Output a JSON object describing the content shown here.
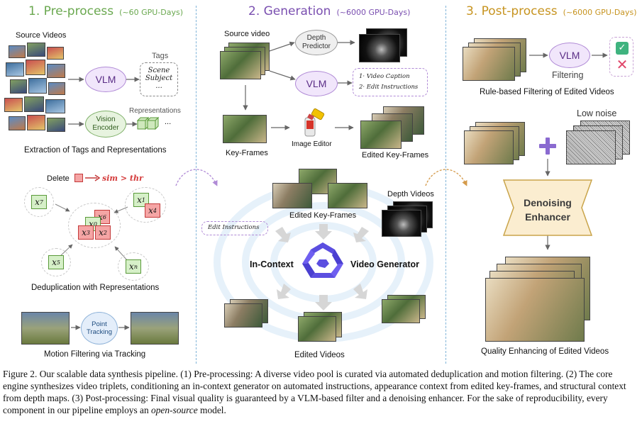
{
  "sections": {
    "preprocess": {
      "title": "1. Pre-process",
      "cost": "(~60 GPU-Days)"
    },
    "generation": {
      "title": "2. Generation",
      "cost": "(~6000 GPU-Days)"
    },
    "postprocess": {
      "title": "3. Post-process",
      "cost": "(~6000 GPU-Days)"
    }
  },
  "pre": {
    "source_videos": "Source Videos",
    "vlm": "VLM",
    "tags_label": "Tags",
    "tag_scene": "Scene",
    "tag_subject": "Subject",
    "tag_more": "...",
    "vision_encoder": "Vision Encoder",
    "representations": "Representations",
    "repr_more": "...",
    "extraction_caption": "Extraction of Tags and Representations",
    "delete_label": "Delete",
    "condition": "sim > thr",
    "nodes": [
      "x7",
      "x1",
      "x4",
      "x6",
      "x0",
      "x3",
      "x2",
      "x5",
      "xn"
    ],
    "dedup_caption": "Deduplication with Representations",
    "point_tracking": "Point Tracking",
    "motion_caption": "Motion  Filtering via Tracking"
  },
  "gen": {
    "source_video": "Source video",
    "depth_predictor": "Depth Predictor",
    "vlm": "VLM",
    "instr_1": "1· Video Caption",
    "instr_2": "2· Edit Instructions",
    "key_frames": "Key-Frames",
    "image_editor": "Image Editor",
    "edited_key_frames": "Edited Key-Frames",
    "edited_key_frames_2": "Edited Key-Frames",
    "depth_videos": "Depth Videos",
    "edit_instructions": "Edit Instructions",
    "in_context": "In-Context",
    "video_generator": "Video Generator",
    "edited_videos": "Edited Videos"
  },
  "post": {
    "vlm": "VLM",
    "filtering": "Filtering",
    "rule_caption": "Rule-based Filtering of Edited Videos",
    "low_noise": "Low noise",
    "denoising_line1": "Denoising",
    "denoising_line2": "Enhancer",
    "quality_caption": "Quality Enhancing of Edited Videos"
  },
  "caption": {
    "p1": "Figure 2. Our scalable data synthesis pipeline. (1) Pre-processing: A diverse video pool is curated via automated deduplication and motion filtering. (2) The core engine synthesizes video triplets, conditioning an in-context generator on automated instructions, appearance context from edited key-frames, and structural context from depth maps. (3) Post-processing: Final visual quality is guaranteed by a VLM-based filter and a denoising enhancer. For the sake of reproducibility, every component in our pipeline employs an ",
    "em": "open-source",
    "p2": " model."
  },
  "colors": {
    "pre": "#6aa84f",
    "gen": "#7a4fb0",
    "post": "#c79420",
    "check": "#3fb37f",
    "cross": "#e0476a"
  }
}
